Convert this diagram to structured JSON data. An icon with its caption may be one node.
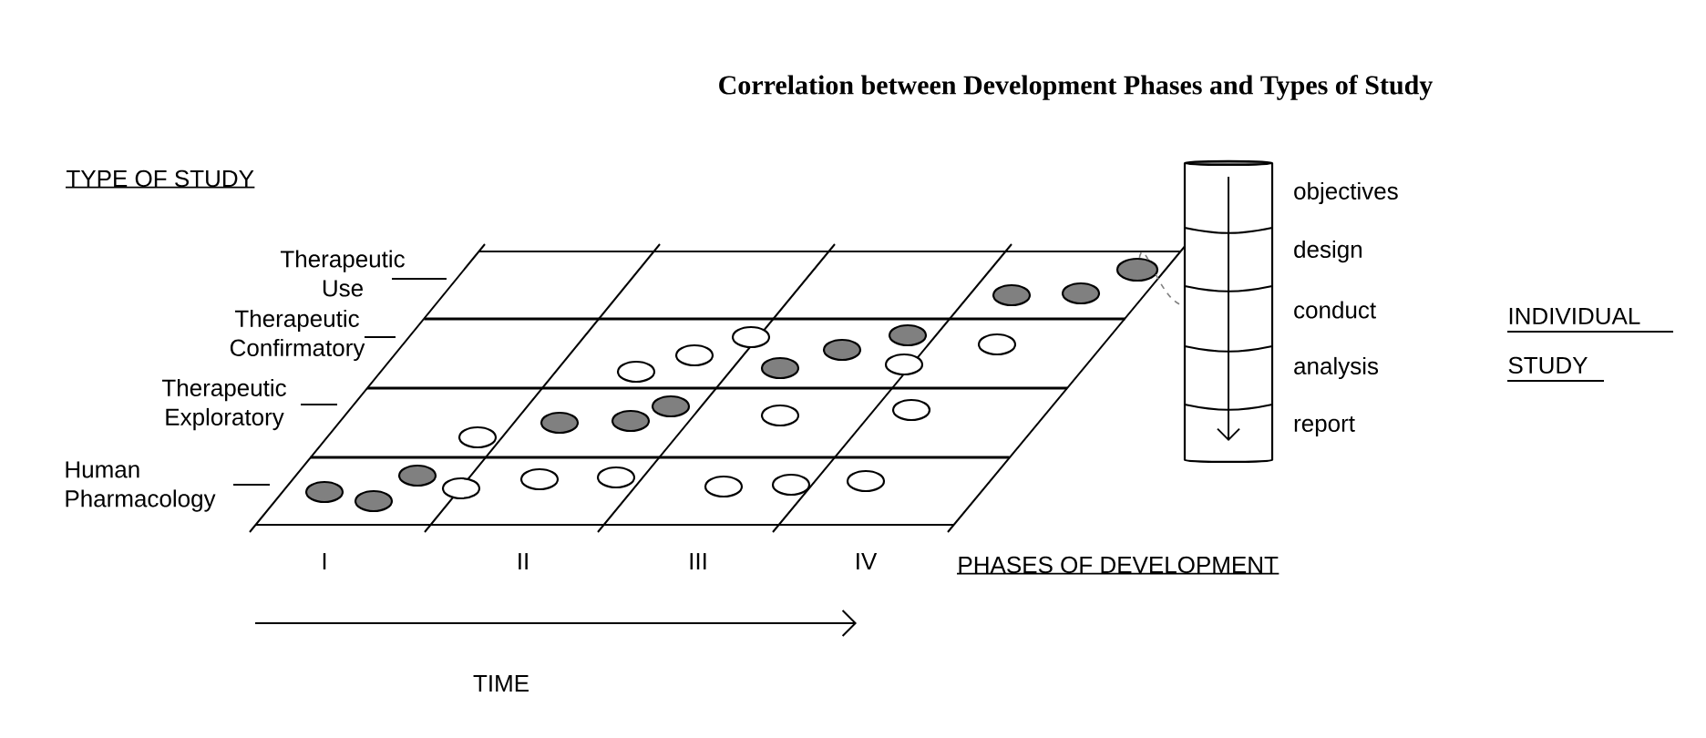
{
  "diagram": {
    "title": "Correlation between Development Phases and Types of Study",
    "nodes": [
      {
        "text": [],
        "shape": "circle"
      },
      {
        "text": [],
        "shape": "cylinder",
        "beside": [
          "objectives",
          "design",
          "conduct",
          "analysis",
          "report"
        ]
      }
    ],
    "edges": [
      {
        "from": 0,
        "to": 1,
        "arrow": "none",
        "style": "dashed"
      }
    ],
    "labels": [
      "TYPE OF STUDY",
      "Therapeutic Use",
      "Therapeutic Confirmatory",
      "Therapeutic Exploratory",
      "Human Pharmacology",
      "I",
      "II",
      "III",
      "IV",
      "PHASES OF DEVELOPMENT",
      "TIME",
      "INDIVIDUAL STUDY"
    ]
  }
}
